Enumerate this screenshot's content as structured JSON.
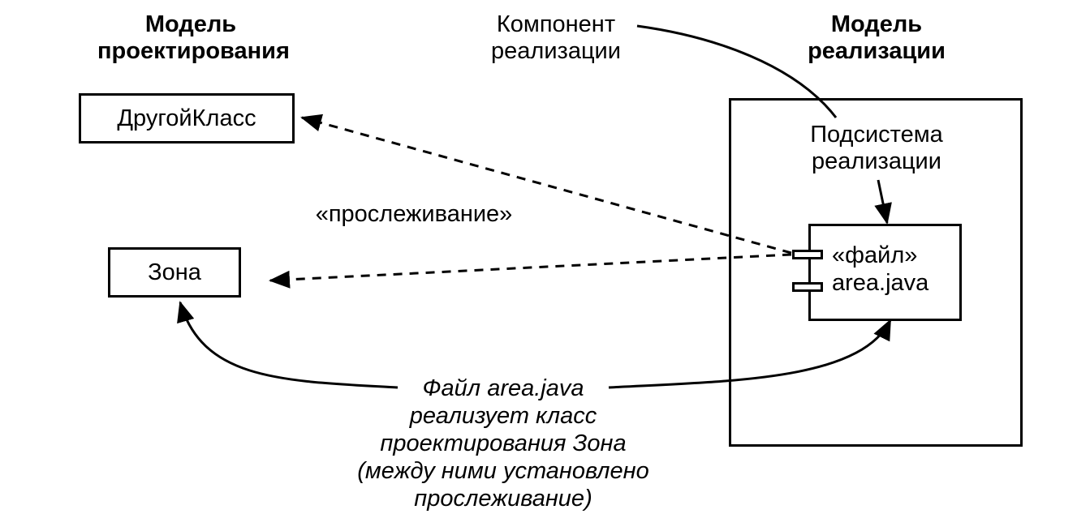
{
  "diagram": {
    "headers": {
      "design_model": [
        "Модель",
        "проектирования"
      ],
      "implementation_model": [
        "Модель",
        "реализации"
      ]
    },
    "callouts": {
      "component_label": [
        "Компонент",
        "реализации"
      ],
      "subsystem_label": [
        "Подсистема",
        "реализации"
      ],
      "trace_stereotype": "«прослеживание»",
      "note": [
        "Файл area.java",
        "реализует класс",
        "проектирования Зона",
        "(между ними установлено",
        "прослеживание)"
      ]
    },
    "classes": [
      {
        "name": "ДругойКласс"
      },
      {
        "name": "Зона"
      }
    ],
    "component": {
      "stereotype": "«файл»",
      "name": "area.java"
    },
    "relationships": [
      {
        "from": "area.java",
        "to": "ДругойКласс",
        "type": "dependency",
        "stereotype": "«прослеживание»"
      },
      {
        "from": "area.java",
        "to": "Зона",
        "type": "dependency",
        "stereotype": "«прослеживание»"
      }
    ]
  }
}
